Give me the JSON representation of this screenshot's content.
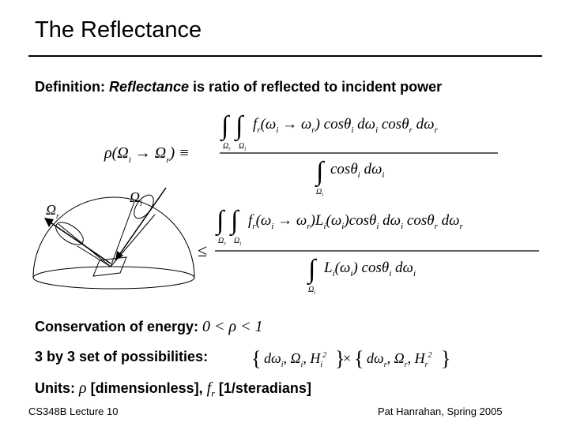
{
  "slide": {
    "title": "The Reflectance",
    "definition_prefix": "Definition: ",
    "definition_term": "Reflectance",
    "definition_suffix": " is ratio of reflected to incident power",
    "conservation_label": "Conservation of energy: ",
    "conservation_expr": "0 < ρ < 1",
    "possibilities_label": "3 by 3 set of possibilities:",
    "units_prefix": "Units: ",
    "units_rho": "ρ",
    "units_mid": " [dimensionless], ",
    "units_fr": "f",
    "units_fr_sub": "r",
    "units_suffix": " [1/steradians]"
  },
  "equation": {
    "lhs": "ρ(Ω",
    "lhs_sub_i": "i",
    "lhs_arrow": " → Ω",
    "lhs_sub_r": "r",
    "lhs_close": ") ≡",
    "num1": "f",
    "num1_sub": "r",
    "num1_rest": "(ω",
    "num1_wi": "i",
    "num1_arrow": " → ω",
    "num1_wr": "r",
    "num1_tail": ") cosθ",
    "num1_ti": "i",
    "num1_dwi": " dω",
    "num1_dwi_sub": "i",
    "num1_costr": " cosθ",
    "num1_tr": "r",
    "num1_dwr": " dω",
    "num1_dwr_sub": "r",
    "int_sub_r": "Ω",
    "int_sub_r_s": "r",
    "int_sub_i": "Ω",
    "int_sub_i_s": "i",
    "den1": "cosθ",
    "den1_ti": "i",
    "den1_dw": " dω",
    "den1_dw_sub": "i",
    "leq": "≤",
    "num2": "f",
    "num2_sub": "r",
    "num2_rest": "(ω",
    "num2_wi": "i",
    "num2_arrow": " → ω",
    "num2_wr": "r",
    "num2_L": ")L",
    "num2_Li": "i",
    "num2_Lw": "(ω",
    "num2_Lwi": "i",
    "num2_cos": ")cosθ",
    "num2_ti": "i",
    "num2_dwi": " dω",
    "num2_dwi_sub": "i",
    "num2_costr": " cosθ",
    "num2_tr": "r",
    "num2_dwr": " dω",
    "num2_dwr_sub": "r",
    "den2": "L",
    "den2_Li": "i",
    "den2_w": "(ω",
    "den2_wi": "i",
    "den2_cos": ") cosθ",
    "den2_ti": "i",
    "den2_dw": " dω",
    "den2_dw_sub": "i",
    "sets_left": "dω",
    "sets_left_sub": "i",
    "sets_left_mid": ", Ω",
    "sets_left_O": "i",
    "sets_left_H": ", H",
    "sets_left_Hs": "i",
    "sets_left_H2": "2",
    "sets_times": "×",
    "sets_right": "dω",
    "sets_right_sub": "r",
    "sets_right_mid": ", Ω",
    "sets_right_O": "r",
    "sets_right_H": ", H",
    "sets_right_Hs": "r",
    "sets_right_H2": "2"
  },
  "diagram": {
    "omega_r": "Ω",
    "omega_r_sub": "r",
    "omega_i": "Ω",
    "omega_i_sub": "i"
  },
  "footer": {
    "left": "CS348B Lecture 10",
    "right": "Pat Hanrahan, Spring 2005"
  }
}
